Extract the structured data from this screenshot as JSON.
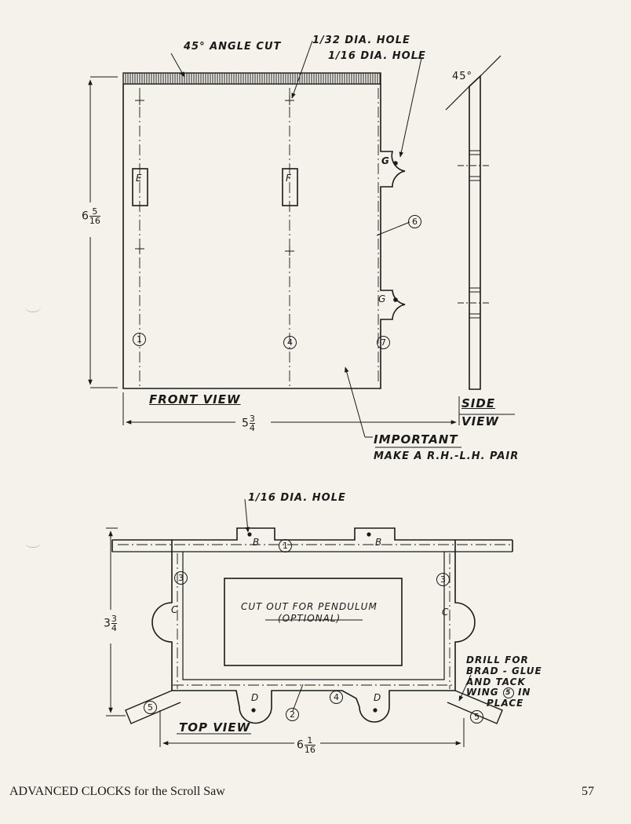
{
  "front_view": {
    "angle_cut_label": "45° ANGLE CUT",
    "hole_small_label": "1/32 DIA. HOLE",
    "hole_medium_label": "1/16 DIA. HOLE",
    "view_label": "FRONT VIEW",
    "height_whole": "6",
    "height_num": "5",
    "height_den": "16",
    "width_whole": "5",
    "width_num": "3",
    "width_den": "4",
    "slot_e": "E",
    "slot_f": "F",
    "notch_g_top": "G",
    "notch_g_bottom": "G",
    "part_1": "1",
    "part_4": "4",
    "part_6": "6",
    "part_7": "7"
  },
  "side_view": {
    "angle_label": "45°",
    "view_label_line1": "SIDE",
    "view_label_line2": "VIEW"
  },
  "important": {
    "label": "IMPORTANT",
    "note": "MAKE A R.H.-L.H. PAIR"
  },
  "top_view": {
    "hole_label": "1/16 DIA. HOLE",
    "cutout_line1": "CUT OUT FOR PENDULUM",
    "cutout_line2": "(OPTIONAL)",
    "drill_line1": "DRILL FOR",
    "drill_line2": "BRAD - GLUE",
    "drill_line3": "AND TACK",
    "drill_line4": "WING",
    "drill_part": "5",
    "drill_line5": "IN",
    "drill_line6": "PLACE",
    "view_label": "TOP VIEW",
    "depth_whole": "3",
    "depth_num": "3",
    "depth_den": "4",
    "width_whole": "6",
    "width_num": "1",
    "width_den": "16",
    "notch_b_left": "B",
    "notch_b_right": "B",
    "notch_c_left": "C",
    "notch_c_right": "C",
    "notch_d_left": "D",
    "notch_d_right": "D",
    "part_1": "1",
    "part_2": "2",
    "part_3_left": "3",
    "part_3_right": "3",
    "part_4": "4",
    "part_5_left": "5",
    "part_5_right": "5"
  },
  "footer": {
    "book_title": "ADVANCED CLOCKS for the Scroll Saw",
    "page_number": "57"
  }
}
